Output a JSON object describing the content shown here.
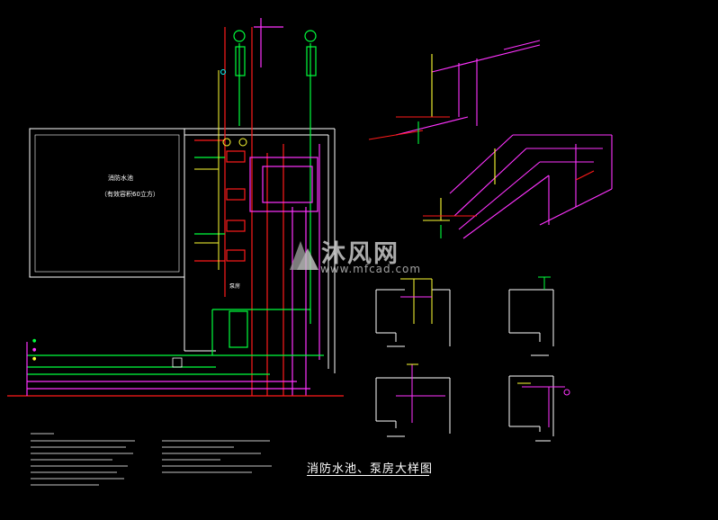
{
  "drawing": {
    "title": "消防水池、泵房大样图",
    "pool_label": "消防水池",
    "pool_capacity": "（有效容积60立方）",
    "pump_room_label": "泵房"
  },
  "watermark": {
    "brand_cn": "沐风网",
    "url": "www.mfcad.com"
  },
  "colors": {
    "background": "#000000",
    "wall": "#ffffff",
    "green_pipe": "#00ff3c",
    "red_pipe": "#ff1a1a",
    "magenta_pipe": "#ff33ff",
    "yellow_pipe": "#ffff33",
    "cyan_mark": "#00ffff"
  }
}
